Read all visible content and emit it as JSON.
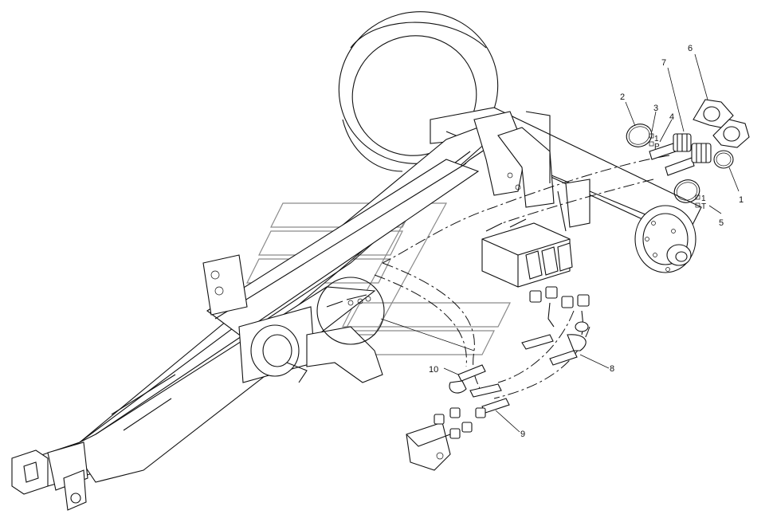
{
  "callouts": {
    "c1": "1",
    "c2": "2",
    "c3": "3",
    "c4": "4",
    "c5": "5",
    "c6": "6",
    "c7": "7",
    "c8": "8",
    "c9": "9",
    "c10": "10"
  },
  "port_marks": {
    "upper_index": "1",
    "upper_letter": "P",
    "lower_index": "1",
    "lower_letter": "T"
  }
}
